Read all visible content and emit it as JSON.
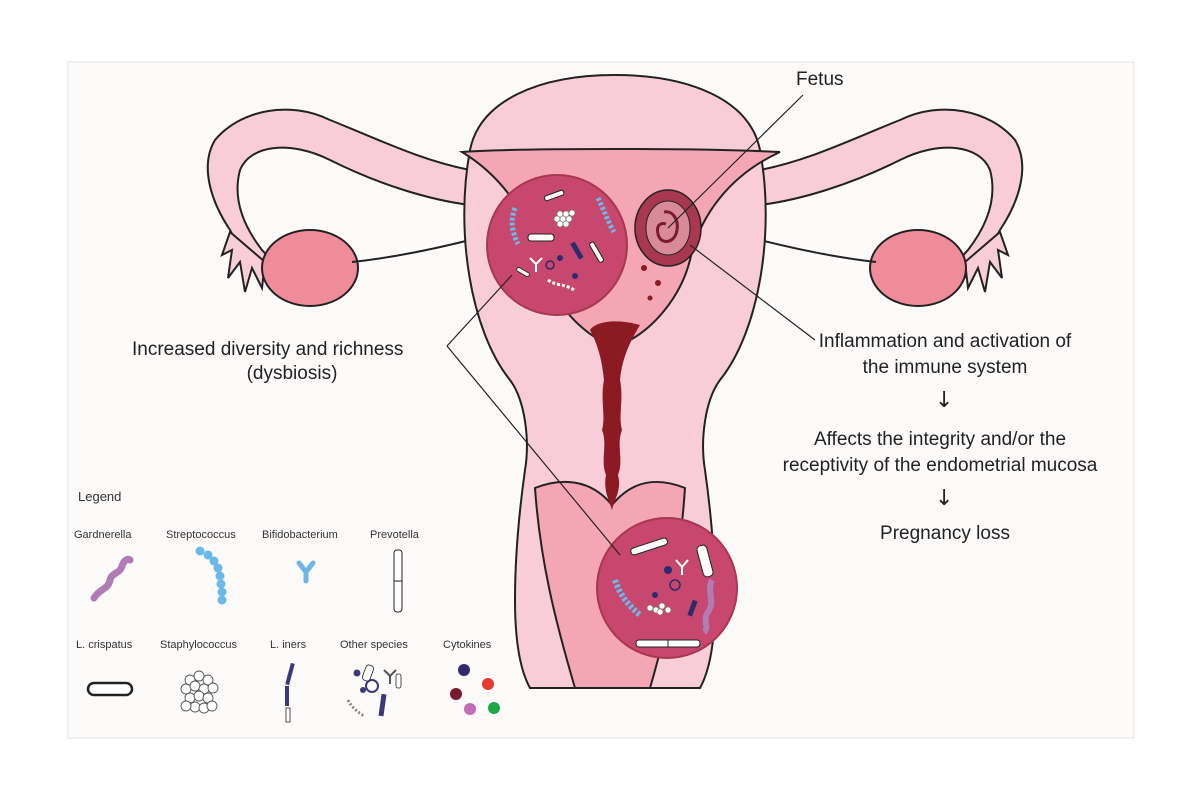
{
  "labels": {
    "fetus": "Fetus",
    "diversity_line1": "Increased diversity and richness",
    "diversity_line2": "(dysbiosis)",
    "inflammation_line1": "Inflammation and activation of",
    "inflammation_line2": "the immune system",
    "affects_line1": "Affects the integrity and/or the",
    "affects_line2": "receptivity of the endometrial mucosa",
    "outcome": "Pregnancy loss"
  },
  "legend": {
    "title": "Legend",
    "items": [
      {
        "label": "Gardnerella",
        "icon": "gardnerella-icon",
        "color": "#b07cb5"
      },
      {
        "label": "Streptococcus",
        "icon": "streptococcus-icon",
        "color": "#6cb8e6"
      },
      {
        "label": "Bifidobacterium",
        "icon": "bifidobacterium-icon",
        "color": "#6cb8e6"
      },
      {
        "label": "Prevotella",
        "icon": "prevotella-icon",
        "color": "#ffffff"
      },
      {
        "label": "L. crispatus",
        "icon": "l-crispatus-icon",
        "color": "#ffffff"
      },
      {
        "label": "Staphylococcus",
        "icon": "staphylococcus-icon",
        "color": "#ffffff"
      },
      {
        "label": "L. iners",
        "icon": "l-iners-icon",
        "color": "#3a3a7a"
      },
      {
        "label": "Other species",
        "icon": "other-species-icon",
        "color": "#3a3a7a"
      },
      {
        "label": "Cytokines",
        "icon": "cytokines-icon",
        "colors": [
          "#2d2b6b",
          "#e63a2e",
          "#7a1a2e",
          "#c36bb5",
          "#1fa84a"
        ]
      }
    ]
  },
  "colors": {
    "tissue": "#f9cdd8",
    "cavity": "#f4a6b4",
    "ovary": "#f08c9a",
    "magnifier": "#c8476e",
    "blood": "#8b1a22"
  }
}
